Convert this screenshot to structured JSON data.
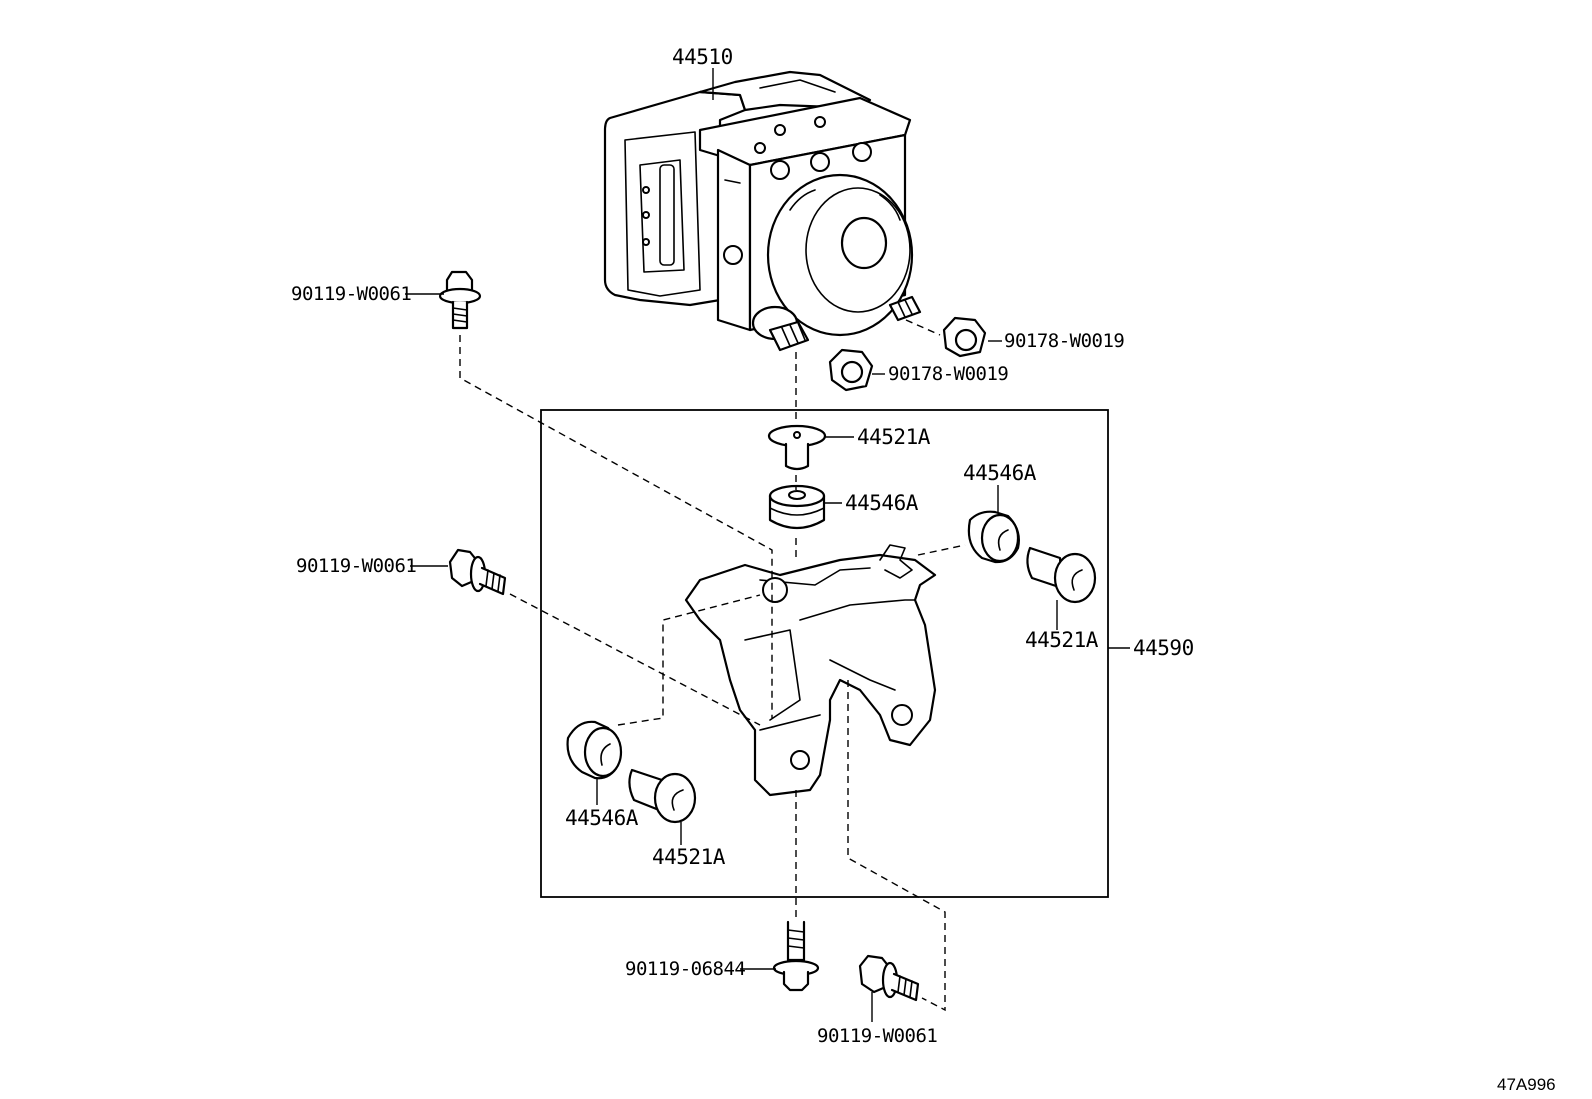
{
  "labels": {
    "actuator": "44510",
    "bracket_assy": "44590",
    "bolt_top_left": "90119-W0061",
    "bolt_mid_left": "90119-W0061",
    "bolt_bottom_center": "90119-06844",
    "bolt_bottom_right": "90119-W0061",
    "nut_right": "90178-W0019",
    "nut_center": "90178-W0019",
    "collar_top": "44521A",
    "cushion_top": "44546A",
    "cushion_right": "44546A",
    "collar_right": "44521A",
    "cushion_left": "44546A",
    "collar_left": "44521A"
  },
  "drawing_code": "47A996"
}
